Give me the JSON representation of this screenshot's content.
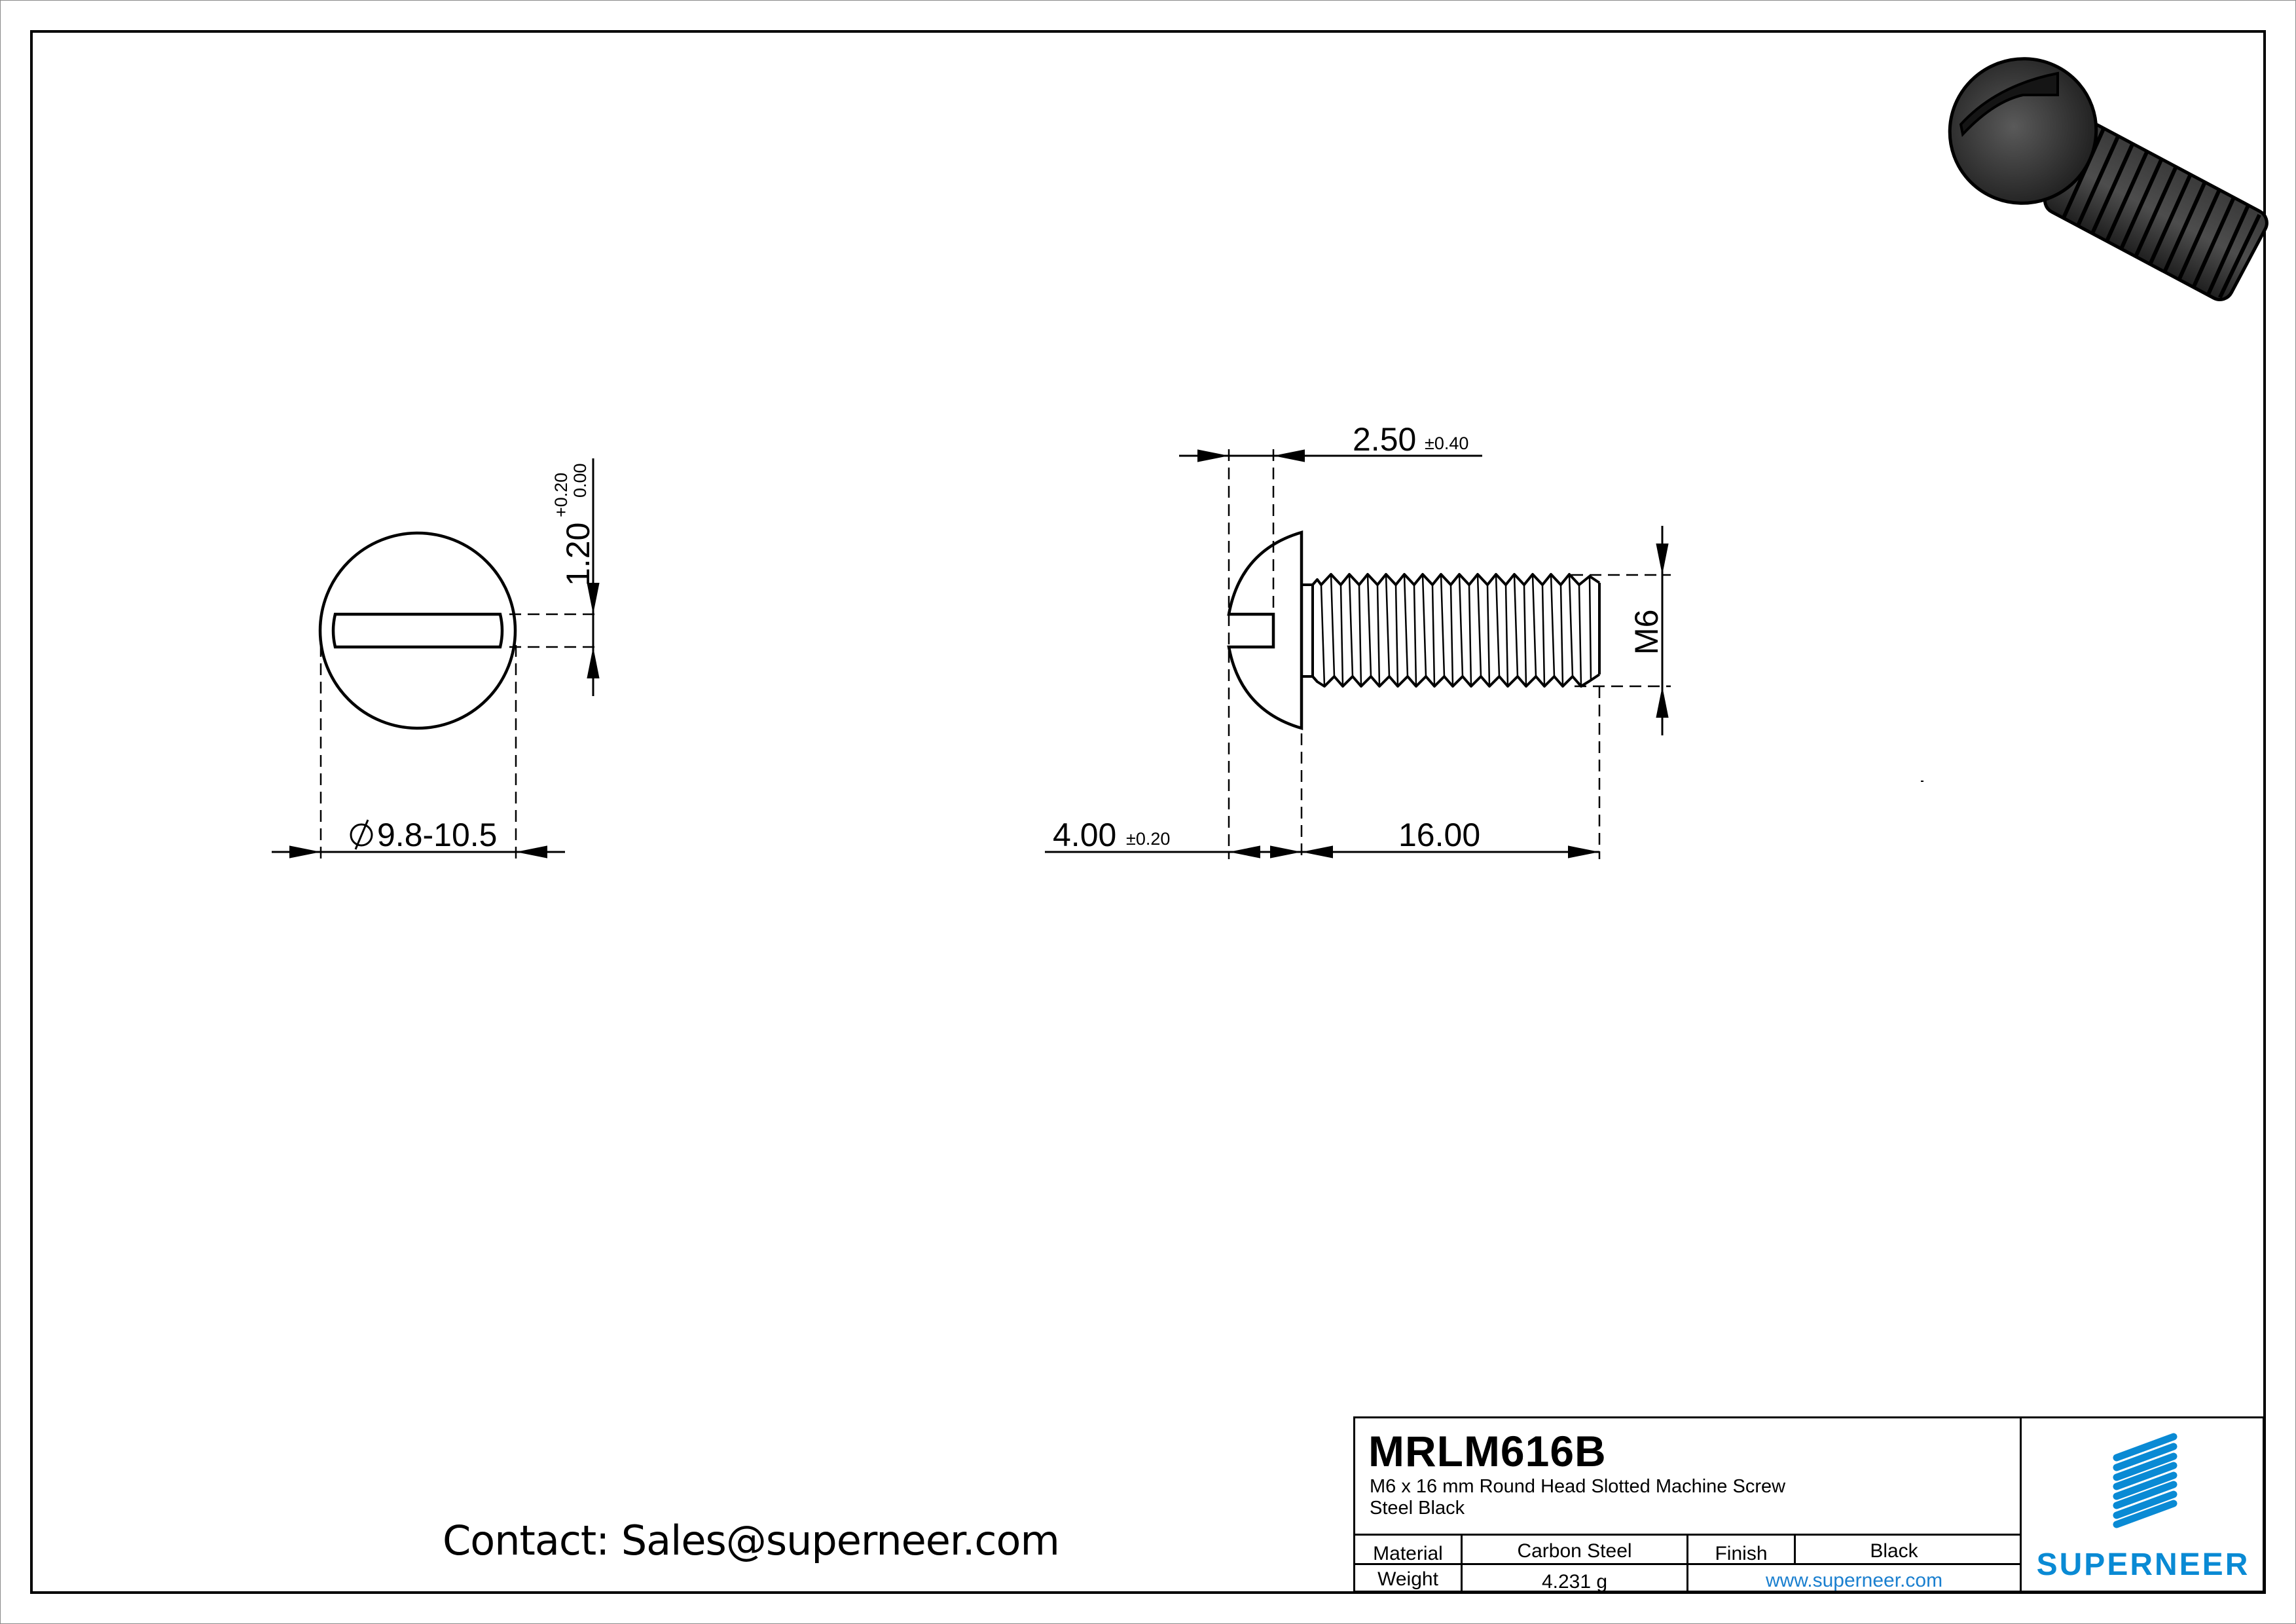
{
  "colors": {
    "line": "#000000",
    "brand_blue": "#0a8ad4",
    "link_blue": "#1a7fcf",
    "render_dark": "#2b2b2b"
  },
  "front_view": {
    "diameter_label": "9.8-10.5",
    "diameter_symbol": "∅",
    "slot_width_value": "1.20",
    "slot_width_tol_upper": "+0.20",
    "slot_width_tol_lower": "0.00"
  },
  "side_view": {
    "slot_depth_value": "2.50",
    "slot_depth_tol": "±0.40",
    "head_height_value": "4.00",
    "head_height_tol": "±0.20",
    "length_value": "16.00",
    "thread_label": "M6"
  },
  "title_block": {
    "part_number": "MRLM616B",
    "description_line1": "M6  x 16 mm  Round Head Slotted  Machine Screw",
    "description_line2": "Steel Black",
    "rows": [
      {
        "label": "Material",
        "value": "Carbon Steel",
        "label2": "Finish",
        "value2": "Black"
      },
      {
        "label": "Weight",
        "value": "4.231 g",
        "link": "www.superneer.com"
      }
    ],
    "logo_text": "SUPERNEER"
  },
  "contact": "Contact: Sales@superneer.com"
}
